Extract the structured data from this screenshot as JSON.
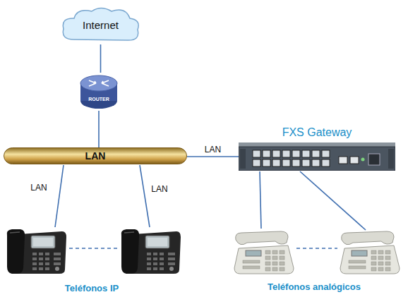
{
  "diagram": {
    "nodes": [
      {
        "text": [
          "Internet"
        ]
      },
      {
        "text": [
          "ROUTER"
        ]
      },
      {
        "text": [
          "LAN"
        ]
      },
      {
        "text": [
          "FXS Gateway"
        ]
      }
    ],
    "edges": [
      {
        "from": 0,
        "to": 1,
        "arrow": "none"
      },
      {
        "from": 1,
        "to": 2,
        "arrow": "none"
      },
      {
        "from": 2,
        "to": 3,
        "label": "LAN",
        "arrow": "none"
      }
    ],
    "labels": [
      "LAN",
      "LAN",
      "Teléfonos IP",
      "Teléfonos analógicos"
    ]
  }
}
